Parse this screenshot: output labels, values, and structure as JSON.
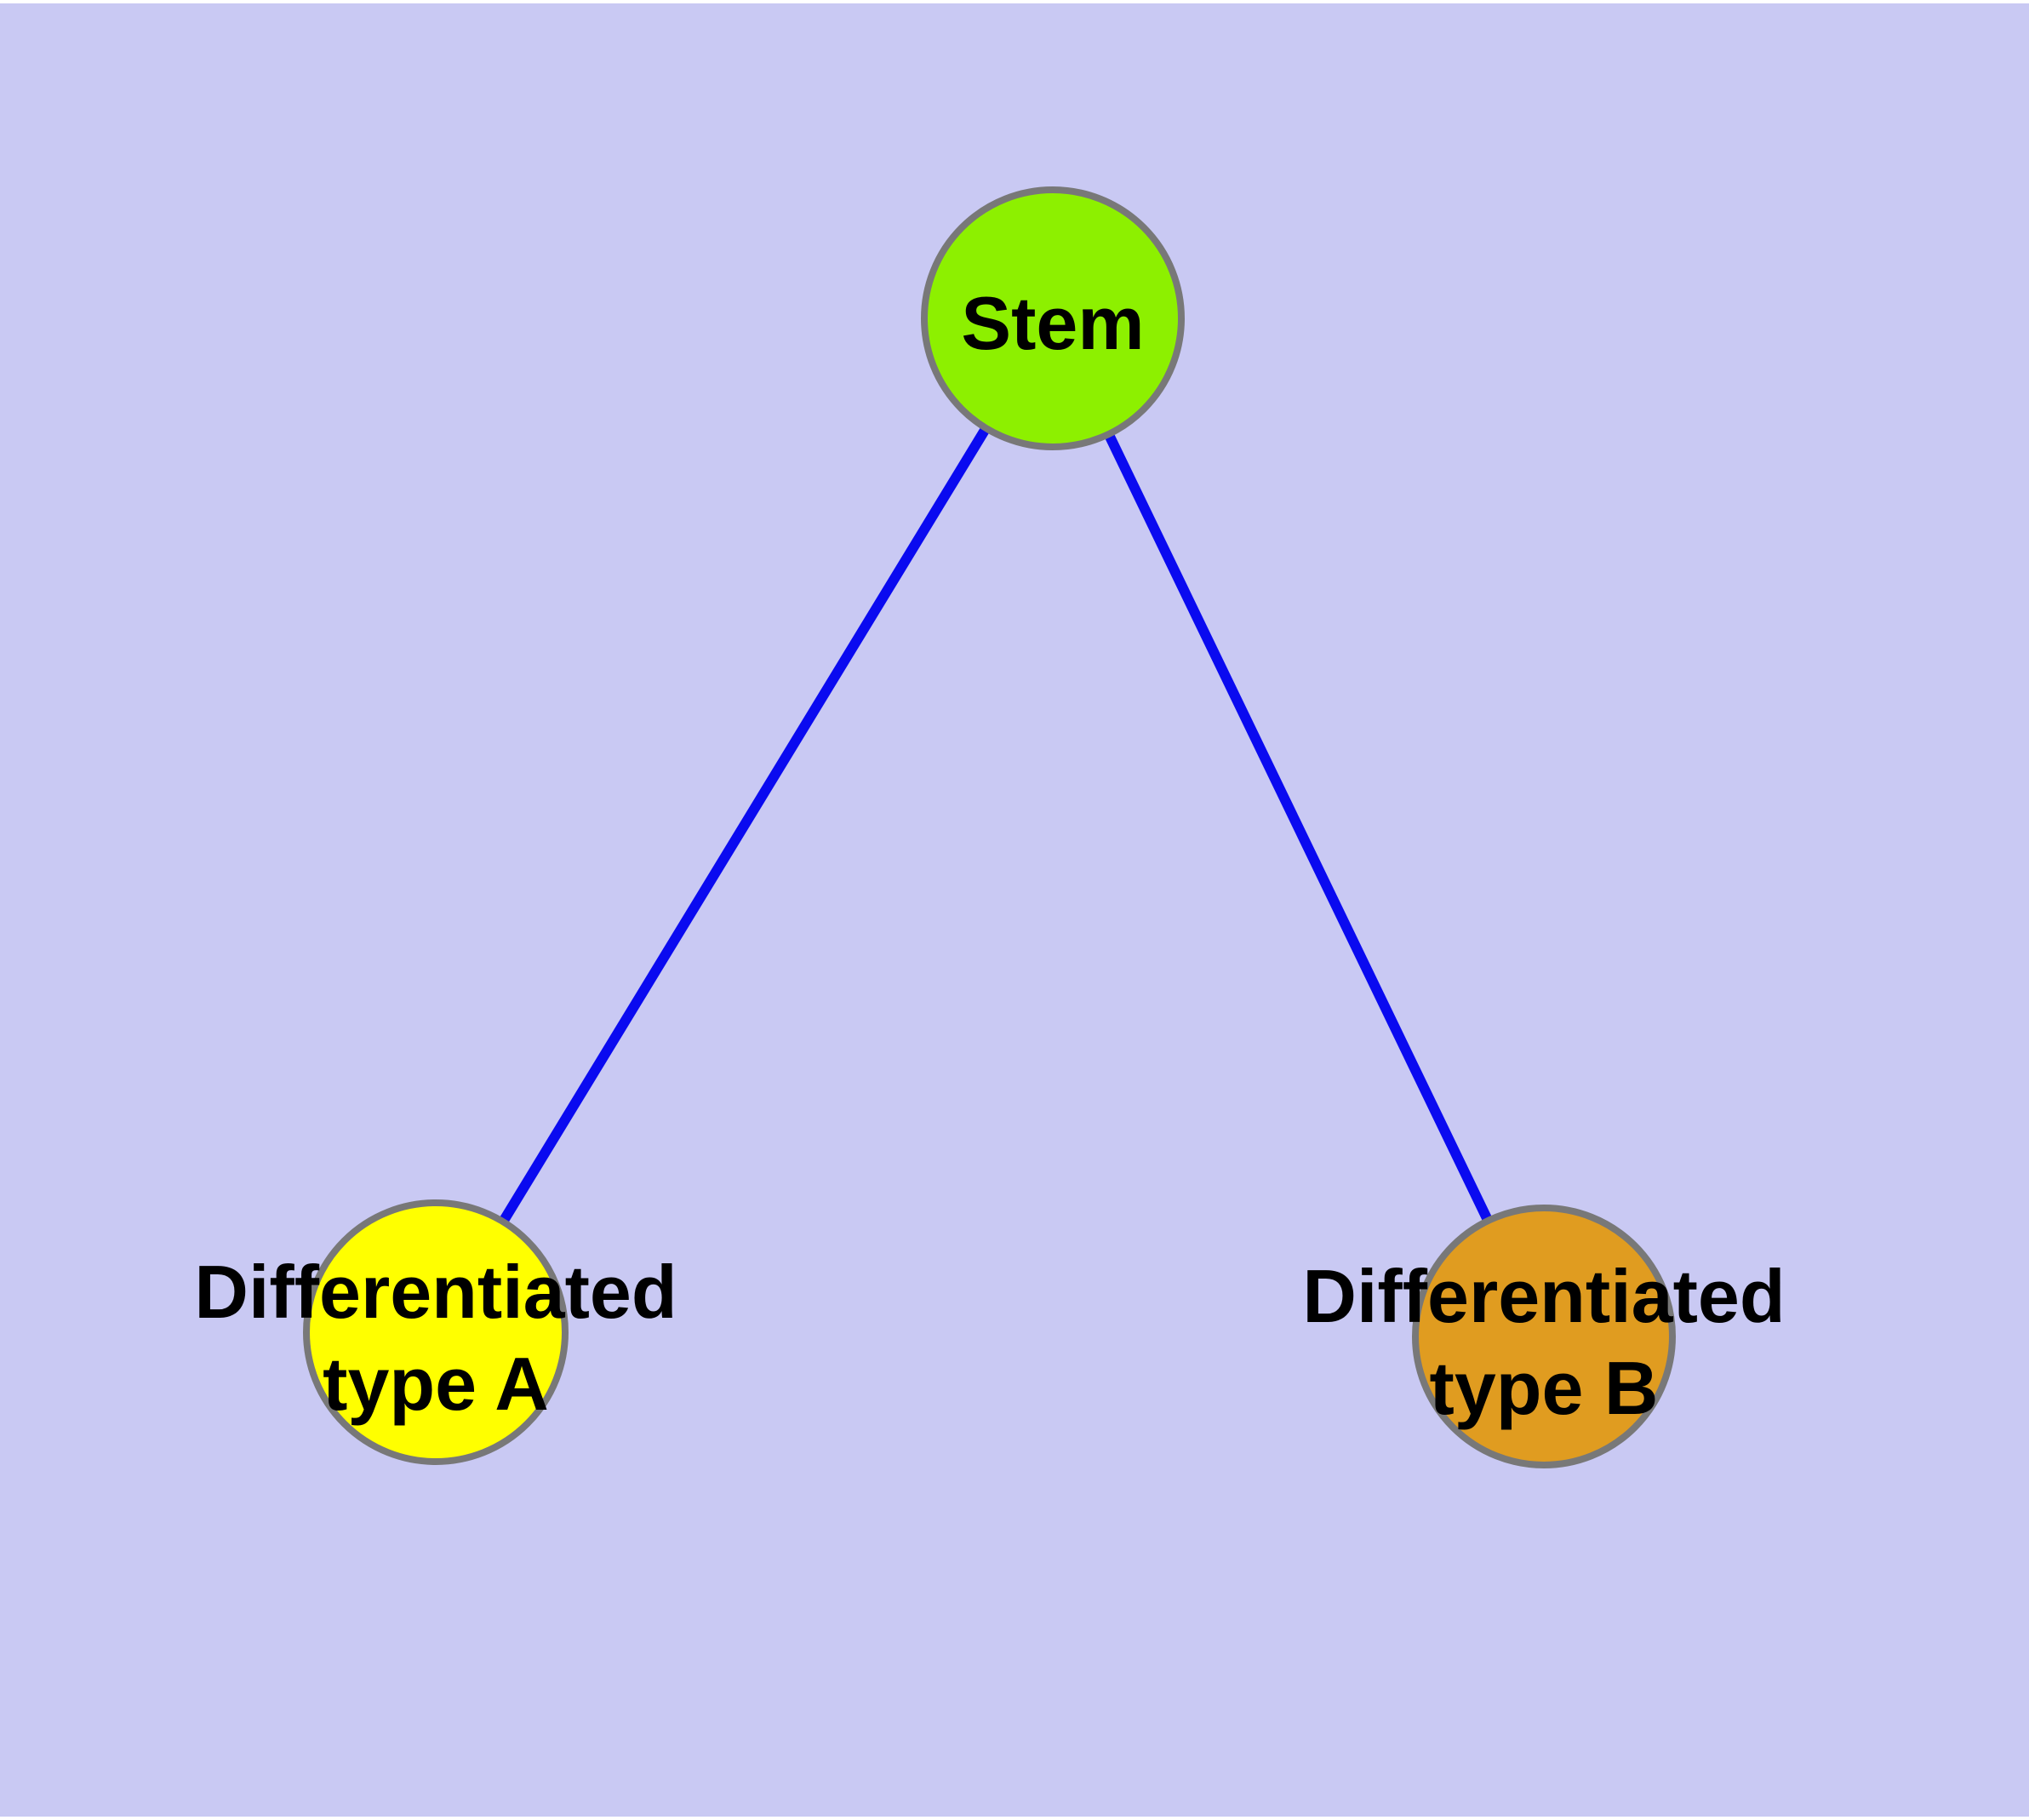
{
  "canvas": {
    "background_color": "#C9C9F3",
    "frame_color": "#FFFFFF"
  },
  "diagram": {
    "type": "node-link-graph",
    "style": {
      "edge_color": "#0A0AF0",
      "node_border_color": "#787878",
      "label_color": "#000000"
    },
    "nodes": [
      {
        "id": "stem",
        "label": "Stem",
        "fill": "#8DF000"
      },
      {
        "id": "differentiated-type-a",
        "label_lines": [
          "Differentiated",
          "type A"
        ],
        "fill": "#FFFF00"
      },
      {
        "id": "differentiated-type-b",
        "label_lines": [
          "Differentiated",
          "type B"
        ],
        "fill": "#E09C20"
      }
    ],
    "edges": [
      {
        "from": "Stem",
        "to": "Differentiated type A"
      },
      {
        "from": "Stem",
        "to": "Differentiated type B"
      }
    ]
  }
}
